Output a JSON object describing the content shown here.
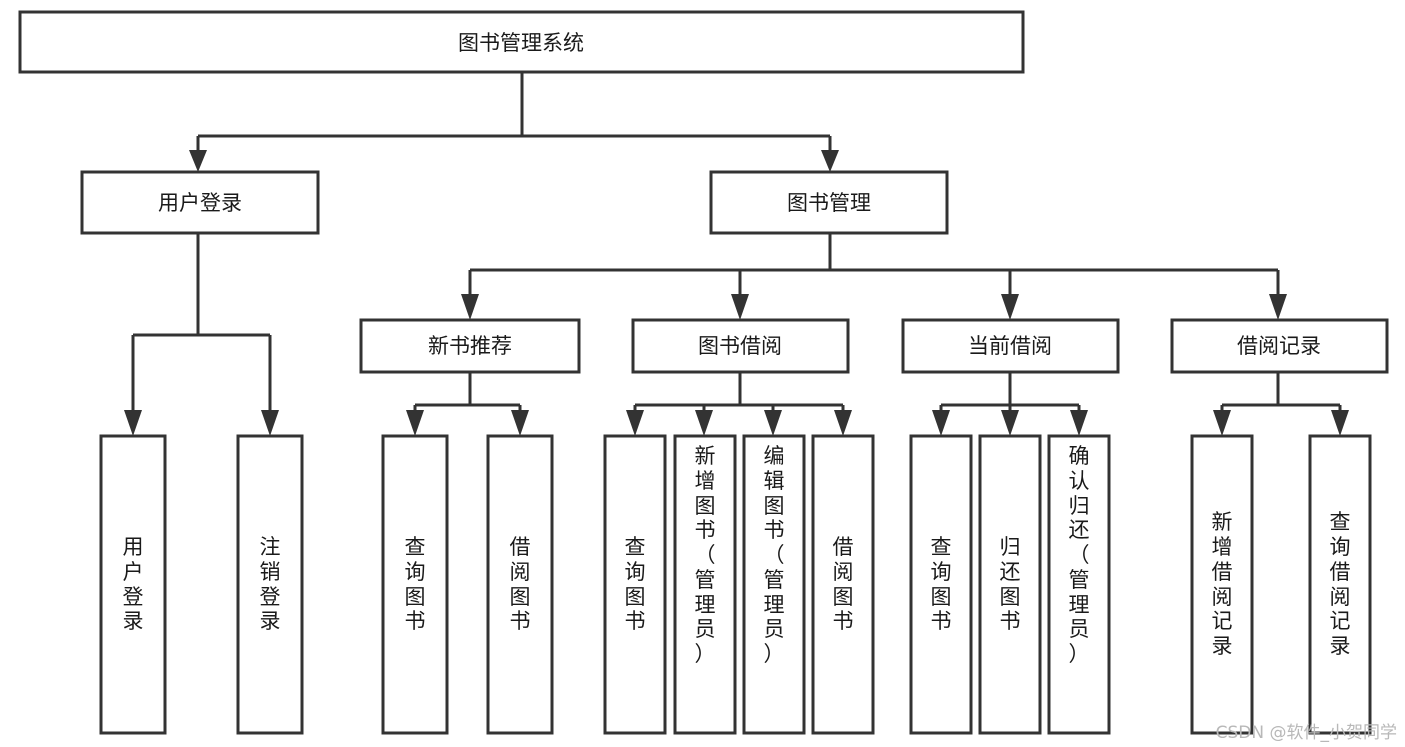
{
  "diagram": {
    "title": "图书管理系统",
    "type": "tree",
    "orientation": "top-down",
    "colors": {
      "background": "#ffffff",
      "box_stroke": "#333333",
      "connector": "#333333",
      "text": "#1a1a1a",
      "watermark": "#b8b8b8"
    },
    "root": {
      "label": "图书管理系统",
      "orientation": "horizontal"
    },
    "level2": [
      {
        "label": "用户登录",
        "orientation": "horizontal"
      },
      {
        "label": "图书管理",
        "orientation": "horizontal"
      }
    ],
    "level3": [
      {
        "label": "新书推荐",
        "orientation": "horizontal"
      },
      {
        "label": "图书借阅",
        "orientation": "horizontal"
      },
      {
        "label": "当前借阅",
        "orientation": "horizontal"
      },
      {
        "label": "借阅记录",
        "orientation": "horizontal"
      }
    ],
    "leaves": {
      "user_login": [
        {
          "label": "用户登录",
          "orientation": "vertical"
        },
        {
          "label": "注销登录",
          "orientation": "vertical"
        }
      ],
      "new_book_recommend": [
        {
          "label": "查询图书",
          "orientation": "vertical"
        },
        {
          "label": "借阅图书",
          "orientation": "vertical"
        }
      ],
      "book_borrow": [
        {
          "label": "查询图书",
          "orientation": "vertical"
        },
        {
          "label": "新增图书（管理员）",
          "orientation": "vertical"
        },
        {
          "label": "编辑图书（管理员）",
          "orientation": "vertical"
        },
        {
          "label": "借阅图书",
          "orientation": "vertical"
        }
      ],
      "current_borrow": [
        {
          "label": "查询图书",
          "orientation": "vertical"
        },
        {
          "label": "归还图书",
          "orientation": "vertical"
        },
        {
          "label": "确认归还（管理员）",
          "orientation": "vertical"
        }
      ],
      "borrow_record": [
        {
          "label": "新增借阅记录",
          "orientation": "vertical"
        },
        {
          "label": "查询借阅记录",
          "orientation": "vertical"
        }
      ]
    }
  },
  "watermark": {
    "text": "CSDN @软件_小贺同学"
  }
}
